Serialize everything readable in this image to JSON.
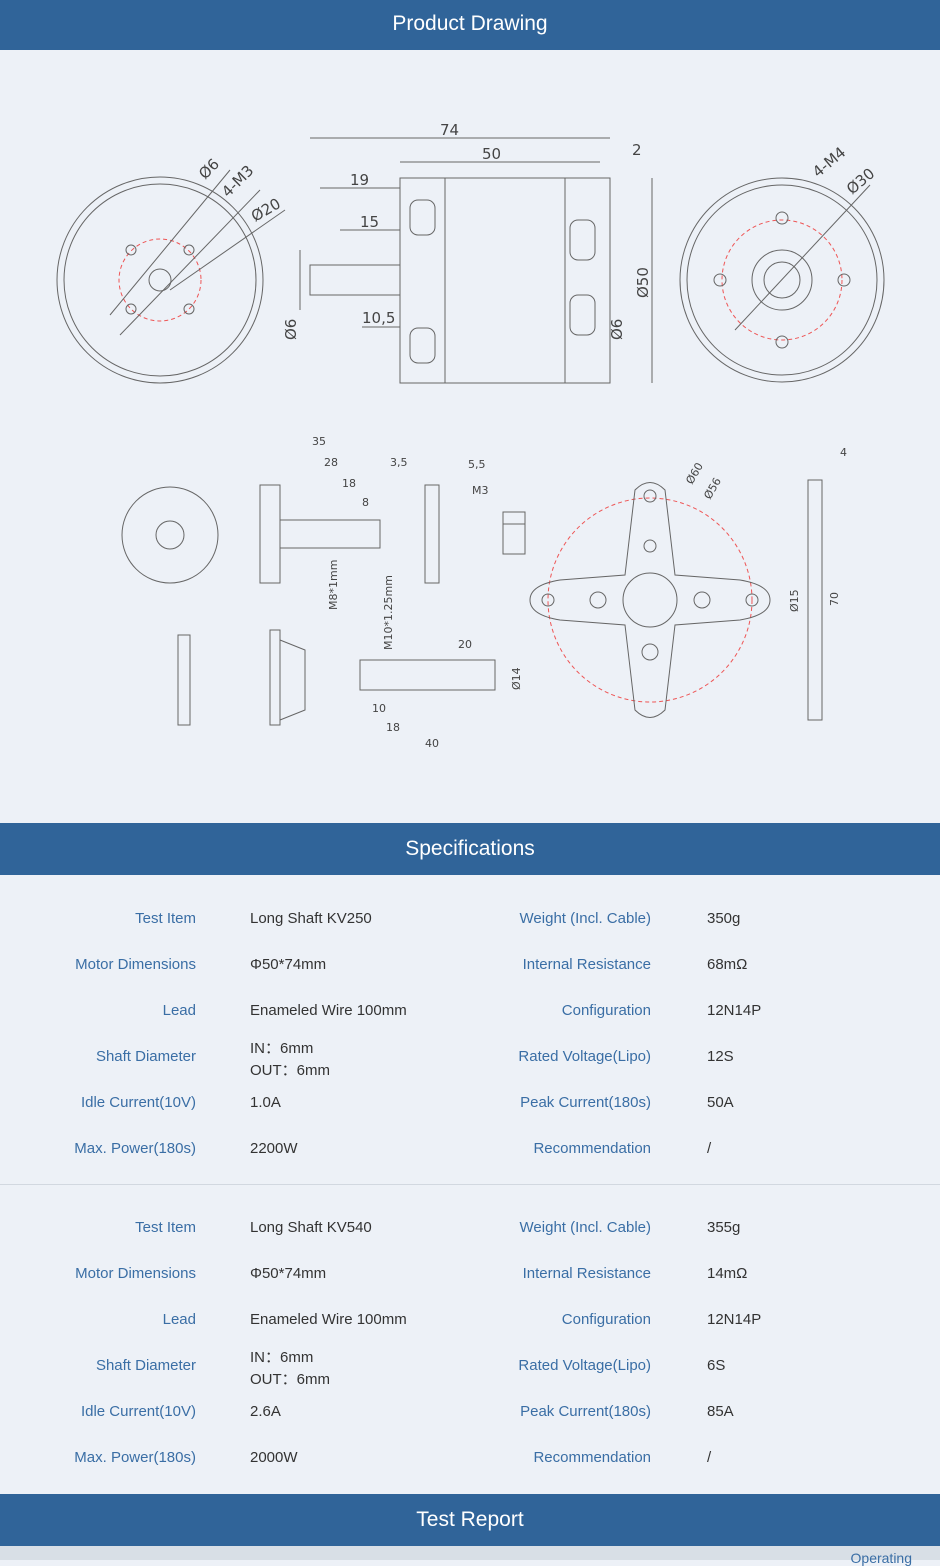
{
  "sections": {
    "drawing": "Product Drawing",
    "specs": "Specifications",
    "test": "Test Report"
  },
  "bottom_partial": "Operating",
  "drawing_labels": {
    "d74": "74",
    "d50": "50",
    "d19": "19",
    "d15": "15",
    "d10_5": "10,5",
    "d2": "2",
    "phi6a": "Ø6",
    "phi6b": "Ø6",
    "phi50": "Ø50",
    "phi6c": "Ø6",
    "m3": "4-M3",
    "phi20": "Ø20",
    "m4": "4-M4",
    "phi30": "Ø30",
    "d35": "35",
    "d28": "28",
    "d18": "18",
    "d8": "8",
    "d3_5": "3,5",
    "d5_5": "5,5",
    "m3b": "M3",
    "d70": "70",
    "d4": "4",
    "d20": "20",
    "d40": "40",
    "d10": "10",
    "d18b": "18",
    "phi60": "Ø60",
    "phi56": "Ø56",
    "phi14": "Ø14",
    "phi15": "Ø15",
    "m8": "M8*1mm",
    "m10": "M10*1.25mm"
  },
  "spec_tables": [
    {
      "rows": [
        {
          "l1": "Test Item",
          "v1": "Long Shaft KV250",
          "l2": "Weight (Incl. Cable)",
          "v2": "350g"
        },
        {
          "l1": "Motor Dimensions",
          "v1": "Φ50*74mm",
          "l2": "Internal Resistance",
          "v2": "68mΩ"
        },
        {
          "l1": "Lead",
          "v1": "Enameled Wire 100mm",
          "l2": "Configuration",
          "v2": "12N14P"
        },
        {
          "l1": "Shaft Diameter",
          "v1a": "IN：6mm",
          "v1b": "OUT：6mm",
          "l2": "Rated Voltage(Lipo)",
          "v2": "12S"
        },
        {
          "l1": "Idle Current(10V)",
          "v1": "1.0A",
          "l2": "Peak Current(180s)",
          "v2": "50A"
        },
        {
          "l1": "Max. Power(180s)",
          "v1": "2200W",
          "l2": "Recommendation",
          "v2": "/"
        }
      ]
    },
    {
      "rows": [
        {
          "l1": "Test Item",
          "v1": "Long Shaft KV540",
          "l2": "Weight (Incl. Cable)",
          "v2": "355g"
        },
        {
          "l1": "Motor Dimensions",
          "v1": "Φ50*74mm",
          "l2": "Internal Resistance",
          "v2": "14mΩ"
        },
        {
          "l1": "Lead",
          "v1": "Enameled Wire 100mm",
          "l2": "Configuration",
          "v2": "12N14P"
        },
        {
          "l1": "Shaft Diameter",
          "v1a": "IN：6mm",
          "v1b": "OUT：6mm",
          "l2": "Rated Voltage(Lipo)",
          "v2": "6S"
        },
        {
          "l1": "Idle Current(10V)",
          "v1": "2.6A",
          "l2": "Peak Current(180s)",
          "v2": "85A"
        },
        {
          "l1": "Max. Power(180s)",
          "v1": "2000W",
          "l2": "Recommendation",
          "v2": "/"
        }
      ]
    }
  ]
}
